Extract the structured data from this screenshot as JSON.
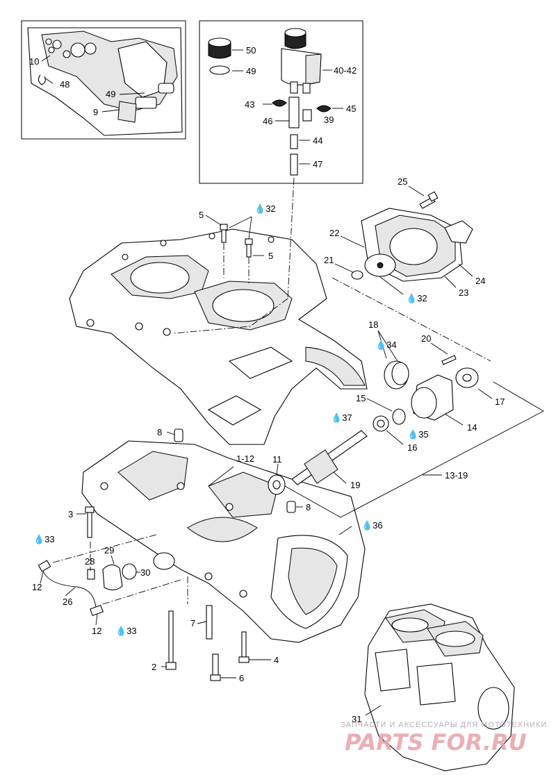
{
  "diagram": {
    "callouts": {
      "c1_12": "1-12",
      "c2": "2",
      "c3": "3",
      "c4": "4",
      "c5a": "5",
      "c5b": "5",
      "c6": "6",
      "c7": "7",
      "c8a": "8",
      "c8b": "8",
      "c9": "9",
      "c10": "10",
      "c11": "11",
      "c12a": "12",
      "c12b": "12",
      "c13_19": "13-19",
      "c14": "14",
      "c15": "15",
      "c16": "16",
      "c17": "17",
      "c18": "18",
      "c19": "19",
      "c20": "20",
      "c21": "21",
      "c22": "22",
      "c23": "23",
      "c24": "24",
      "c25": "25",
      "c26": "26",
      "c28": "28",
      "c29": "29",
      "c30": "30",
      "c31": "31",
      "c39": "39",
      "c40_42": "40-42",
      "c43": "43",
      "c44": "44",
      "c45": "45",
      "c46": "46",
      "c47": "47",
      "c48": "48",
      "c49a": "49",
      "c49b": "49",
      "c50": "50"
    },
    "lubricant_refs": {
      "l32a": "32",
      "l32b": "32",
      "l33a": "33",
      "l33b": "33",
      "l34": "34",
      "l35": "35",
      "l36": "36",
      "l37": "37"
    },
    "watermark": {
      "caption": "ЗАПЧАСТИ И АКСЕССУАРЫ ДЛЯ МОТОТЕХНИКИ",
      "logo": "PARTS FOR.RU"
    }
  }
}
